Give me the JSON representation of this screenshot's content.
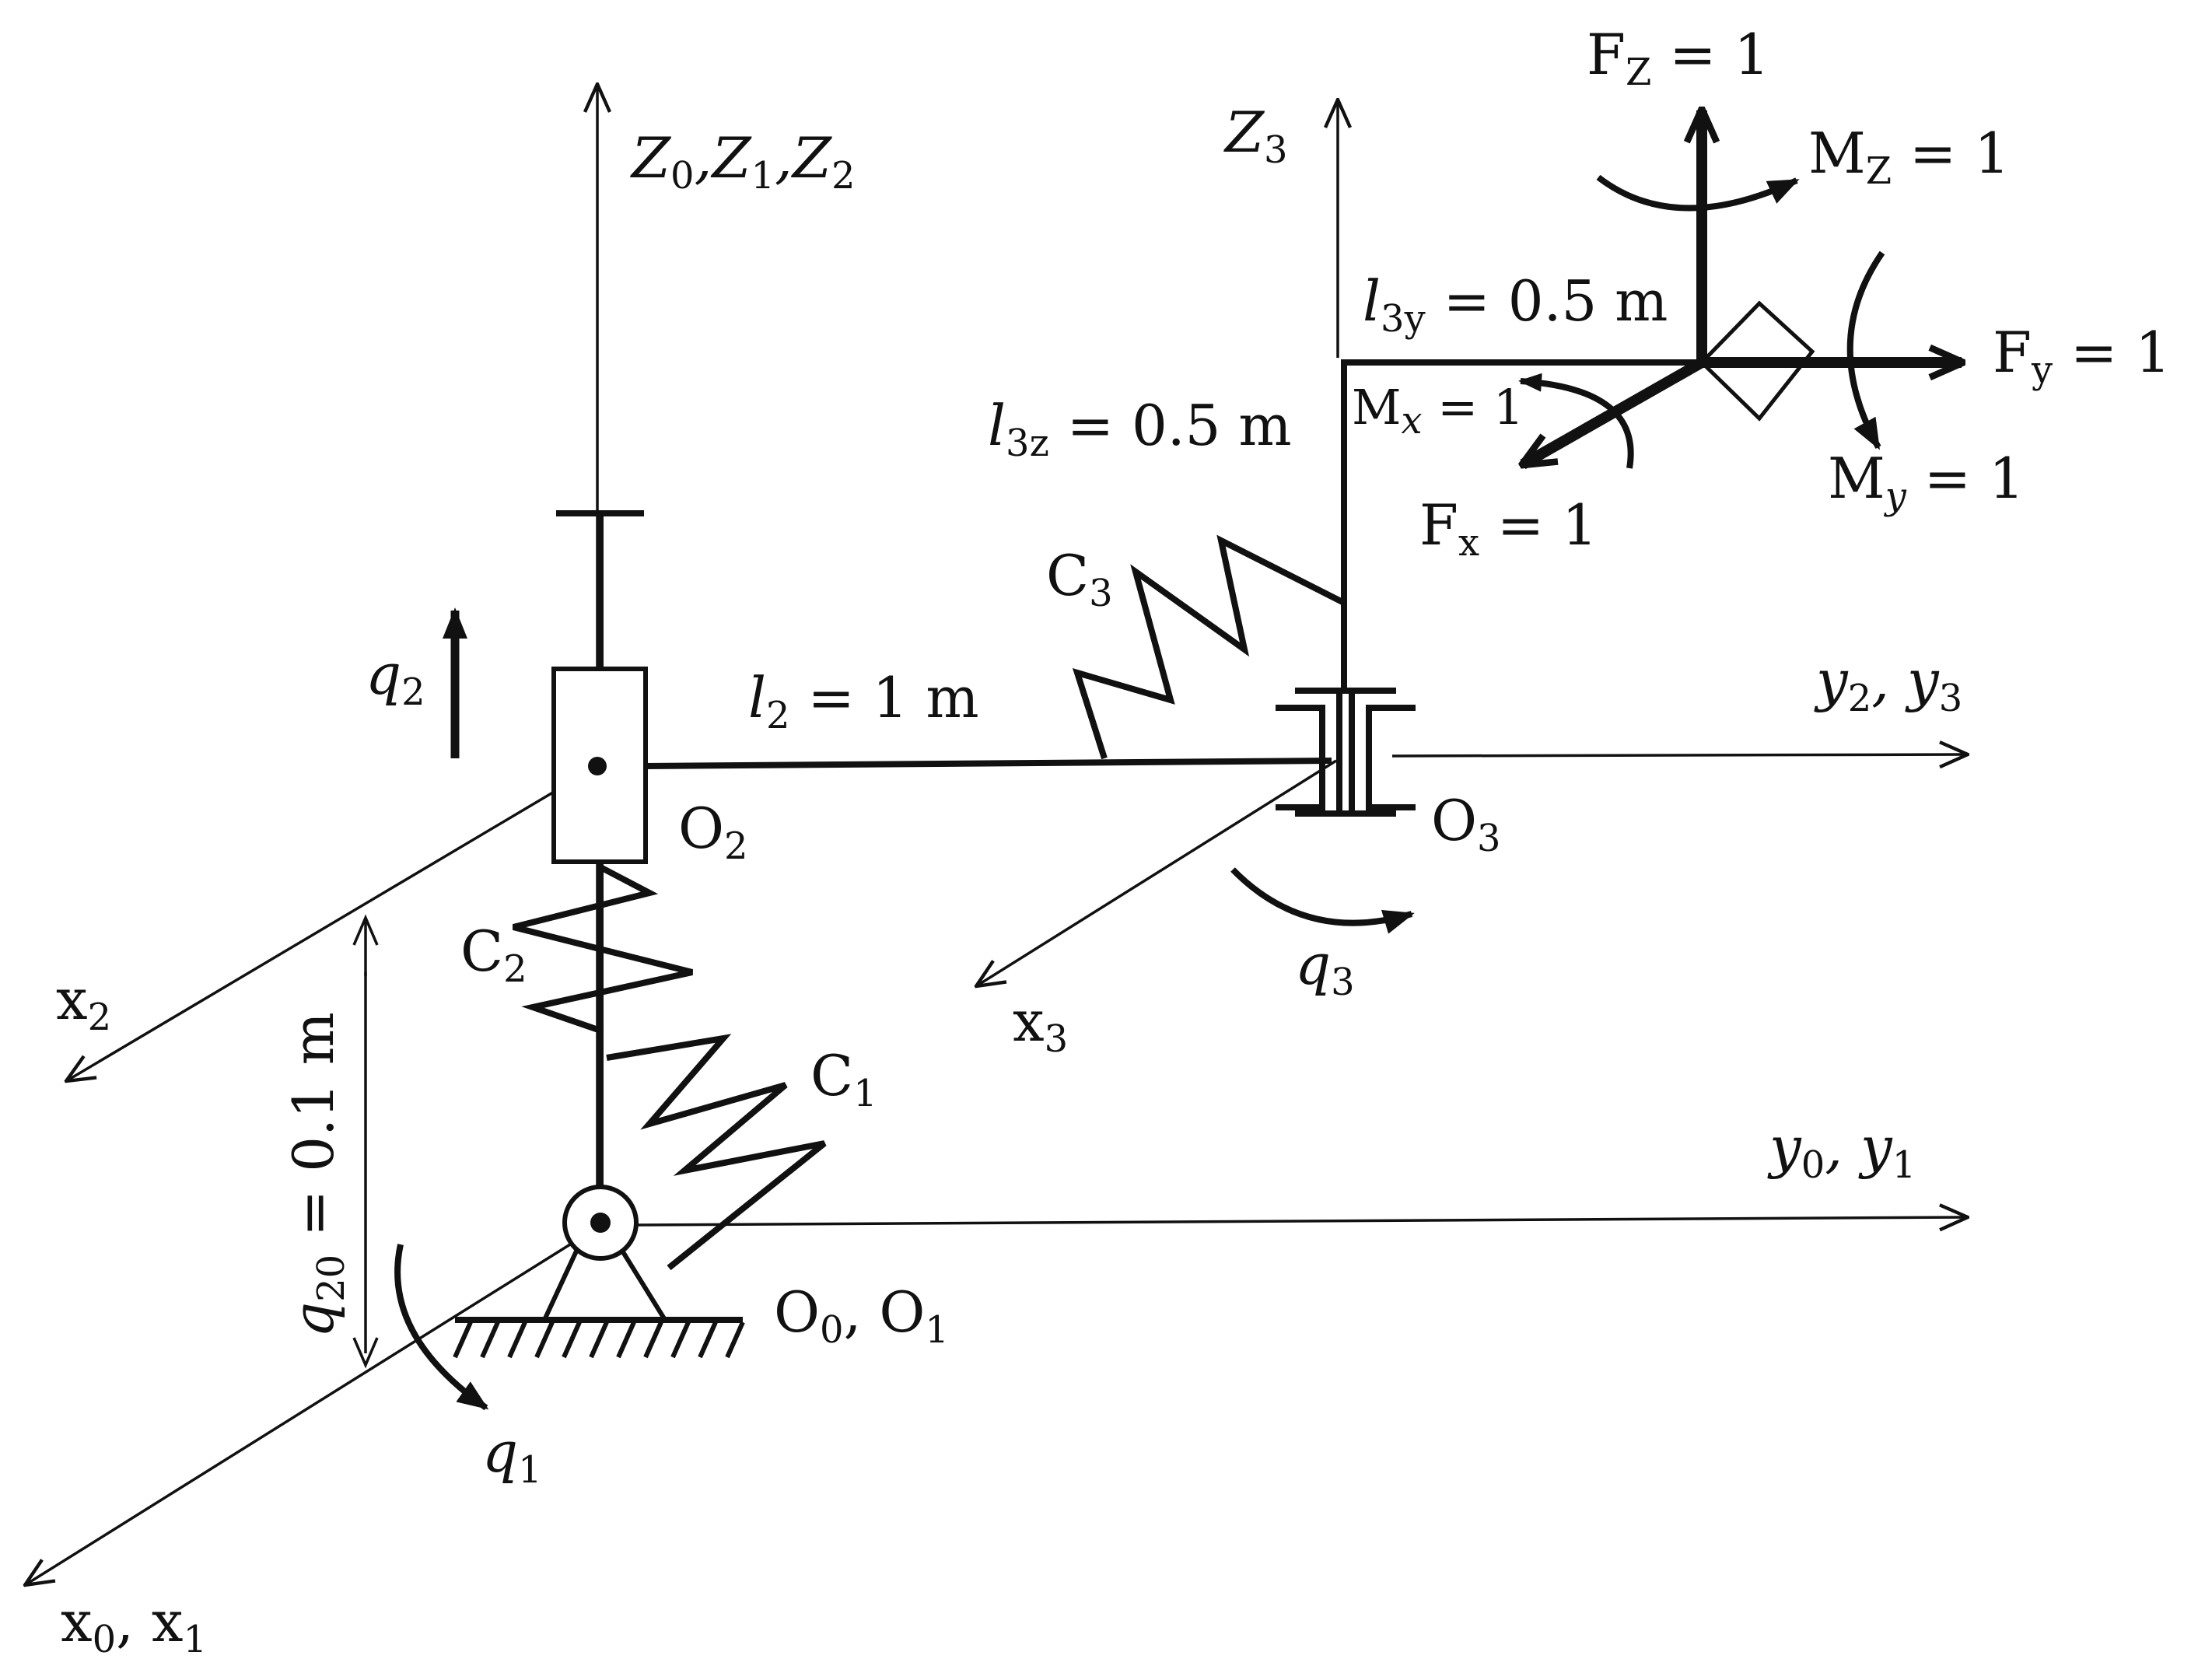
{
  "labels": {
    "z012": {
      "base": "Z",
      "parts": [
        [
          "Z",
          "0"
        ],
        [
          ",Z",
          "1"
        ],
        [
          ",Z",
          "2"
        ]
      ]
    },
    "z3": {
      "base": "Z",
      "sub": "3"
    },
    "fz": {
      "base": "F",
      "sub": "Z",
      "rest": " = 1"
    },
    "mz": {
      "base": "M",
      "sub": "Z",
      "rest": " = 1"
    },
    "fy": {
      "base": "F",
      "sub": "y",
      "rest": " = 1"
    },
    "my": {
      "base": "M",
      "sub": "y",
      "rest": " = 1"
    },
    "mx": {
      "base": "M",
      "sub": "x",
      "rest": " = 1"
    },
    "fx": {
      "base": "F",
      "sub": "x",
      "rest": " = 1"
    },
    "l3y": {
      "base": "l",
      "sub": "3y",
      "rest": " = 0.5 m"
    },
    "l3z": {
      "base": "l",
      "sub": "3z",
      "rest": " = 0.5 m"
    },
    "c3": {
      "base": "C",
      "sub": "3"
    },
    "c2": {
      "base": "C",
      "sub": "2"
    },
    "c1": {
      "base": "C",
      "sub": "1"
    },
    "q2": {
      "base": "q",
      "sub": "2"
    },
    "q3": {
      "base": "q",
      "sub": "3"
    },
    "q1": {
      "base": "q",
      "sub": "1"
    },
    "l2": {
      "base": "l",
      "sub": "2",
      "rest": " = 1 m"
    },
    "o2": {
      "base": "O",
      "sub": "2"
    },
    "o3": {
      "base": "O",
      "sub": "3"
    },
    "o01": {
      "parts": [
        [
          "O",
          "0"
        ],
        [
          ", O",
          "1"
        ]
      ]
    },
    "y23": {
      "parts": [
        [
          "y",
          "2"
        ],
        [
          ", y",
          "3"
        ]
      ]
    },
    "y01": {
      "parts": [
        [
          "y",
          "0"
        ],
        [
          ", y",
          "1"
        ]
      ]
    },
    "x2": {
      "base": "x",
      "sub": "2"
    },
    "x3": {
      "base": "x",
      "sub": "3"
    },
    "x01": {
      "parts": [
        [
          "x",
          "0"
        ],
        [
          ", x",
          "1"
        ]
      ]
    },
    "q20": {
      "base": "q",
      "sub": "20",
      "rest": " = 0.1 m"
    }
  }
}
